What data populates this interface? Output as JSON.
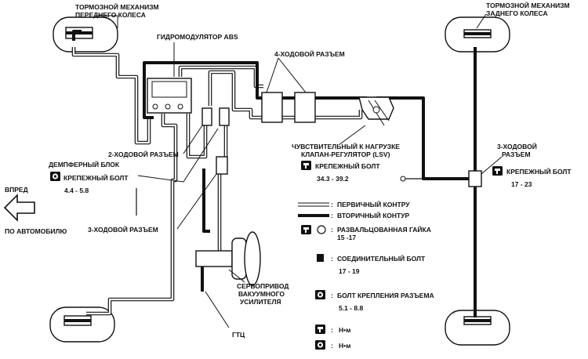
{
  "labels": {
    "front_brake": [
      "ТОРМОЗНОЙ МЕХАНИЗМ",
      "ПЕРЕДНЕГО КОЛЕСА"
    ],
    "rear_brake": [
      "ТОРМОЗНОЙ МЕХАНИЗМ",
      "ЗАДНЕГО КОЛЕСА"
    ],
    "abs_modulator": "ГИДРОМОДУЛЯТОР ABS",
    "four_way": "4-ХОДОВОЙ РАЗЪЕМ",
    "two_way": "2-ХОДОВОЙ РАЗЪЕМ",
    "damper": "ДЕМПФЕРНЫЙ БЛОК",
    "mount_bolt_left": "КРЕПЕЖНЫЙ БОЛТ",
    "mount_bolt_left_torque": "4.4 - 5.8",
    "forward": "ВПРЕД",
    "by_vehicle": "ПО АВТОМОБИЛЮ",
    "three_way_lower": "3-ХОДОВОЙ РАЗЪЕМ",
    "lsv": [
      "ЧУВСТВИТЕЛЬНЫЙ К НАГРУЗКЕ",
      "КЛАПАН-РЕГУЛЯТОР (LSV)"
    ],
    "lsv_bolt": "КРЕПЕЖНЫЙ БОЛТ",
    "lsv_bolt_torque": "34.3 - 39.2",
    "three_way_right": [
      "3-ХОДОВОЙ",
      "РАЗЪЕМ"
    ],
    "mount_bolt_right": "КРЕПЕЖНЫЙ БОЛТ",
    "mount_bolt_right_torque": "17 - 23",
    "servo": [
      "СЕРВОПРИВОД",
      "ВАКУУМНОГО",
      "УСИЛИТЕЛЯ"
    ],
    "master_cyl": "ГТЦ"
  },
  "legend": {
    "primary": "ПЕРВИЧНЫЙ КОНТРУ",
    "secondary": "ВТОРИЧНЫЙ КОНТУР",
    "flare_nut": "РАЗВАЛЬЦОВАННАЯ ГАЙКА",
    "flare_nut_torque": "15 -17",
    "union_bolt": "СОЕДИНИТЕЛЬНЫЙ БОЛТ",
    "union_bolt_torque": "17 - 19",
    "connector_bolt": "БОЛТ КРЕПЛЕНИЯ РАЗЪЕМА",
    "connector_bolt_torque": "5.1 - 8.8",
    "unit1": "Н•м",
    "unit2": "Н•м",
    "separator": ":"
  },
  "icons": {
    "wrench": "wrench-symbol-icon",
    "wrench_bolt": "wrench-bolt-symbol-icon",
    "flare": "flare-nut-symbol-icon",
    "union": "union-bolt-symbol-icon",
    "arrow": "forward-arrow-icon"
  }
}
